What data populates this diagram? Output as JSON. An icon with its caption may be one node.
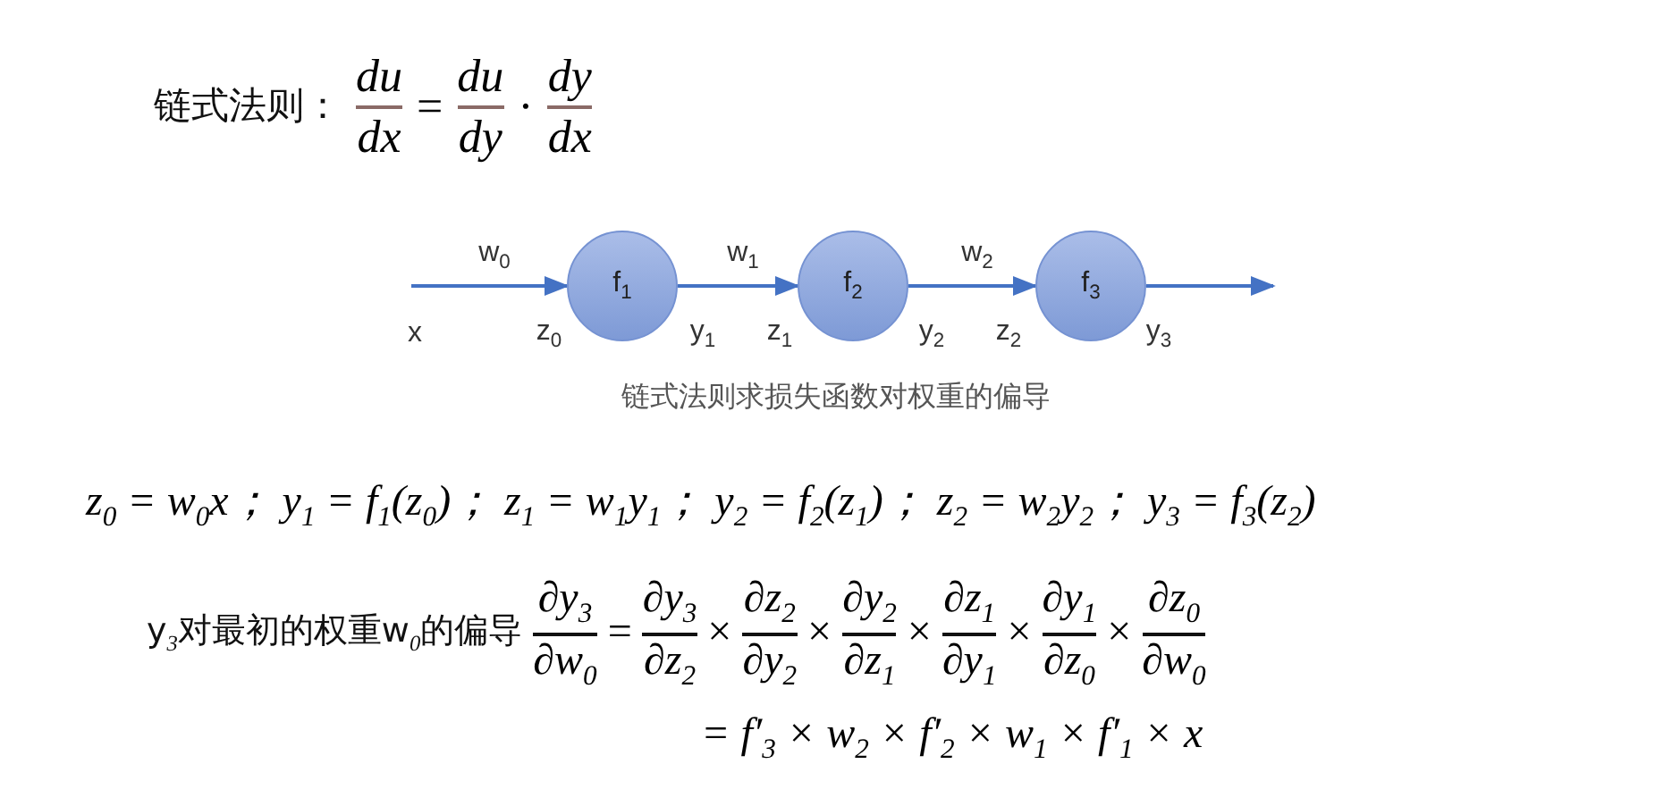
{
  "diagram": {
    "caption": "链式法则求损失函数对权重的偏导",
    "nodes": [
      {
        "text": [
          "f$_{1}$"
        ]
      },
      {
        "text": [
          "f$_{2}$"
        ]
      },
      {
        "text": [
          "f$_{3}$"
        ]
      }
    ],
    "edges": [
      {
        "from": null,
        "to": 0,
        "arrow": "to",
        "label": "w$_{0}$"
      },
      {
        "from": 0,
        "to": 1,
        "arrow": "to",
        "label": "w$_{1}$"
      },
      {
        "from": 1,
        "to": 2,
        "arrow": "to",
        "label": "w$_{2}$"
      },
      {
        "from": 2,
        "to": null,
        "arrow": "to"
      }
    ],
    "labels": [
      "链式法则：",
      "du",
      "dx",
      "=",
      "du",
      "dy",
      "·",
      "dy",
      "dx",
      "x",
      "z$_{0}$",
      "y$_{1}$",
      "z$_{1}$",
      "y$_{2}$",
      "z$_{2}$",
      "y$_{3}$",
      "z$_{0}$ = w$_{0}$x； y$_{1}$ = f$_{1}$(z$_{0}$)； z$_{1}$ = w$_{1}$y$_{1}$； y$_{2}$ = f$_{2}$(z$_{1}$)； z$_{2}$ = w$_{2}$y$_{2}$； y$_{3}$ = f$_{3}$(z$_{2}$)",
      "y$_{3}$对最初的权重w$_{0}$的偏导",
      "∂y$_{3}$",
      "∂w$_{0}$",
      "=",
      "∂y$_{3}$",
      "∂z$_{2}$",
      "×",
      "∂z$_{2}$",
      "∂y$_{2}$",
      "×",
      "∂y$_{2}$",
      "∂z$_{1}$",
      "×",
      "∂z$_{1}$",
      "∂y$_{1}$",
      "×",
      "∂y$_{1}$",
      "∂z$_{0}$",
      "×",
      "∂z$_{0}$",
      "∂w$_{0}$",
      "= f′$_{3}$ × w$_{2}$ × f′$_{2}$ × w$_{1}$ × f′$_{1}$ × x"
    ]
  }
}
